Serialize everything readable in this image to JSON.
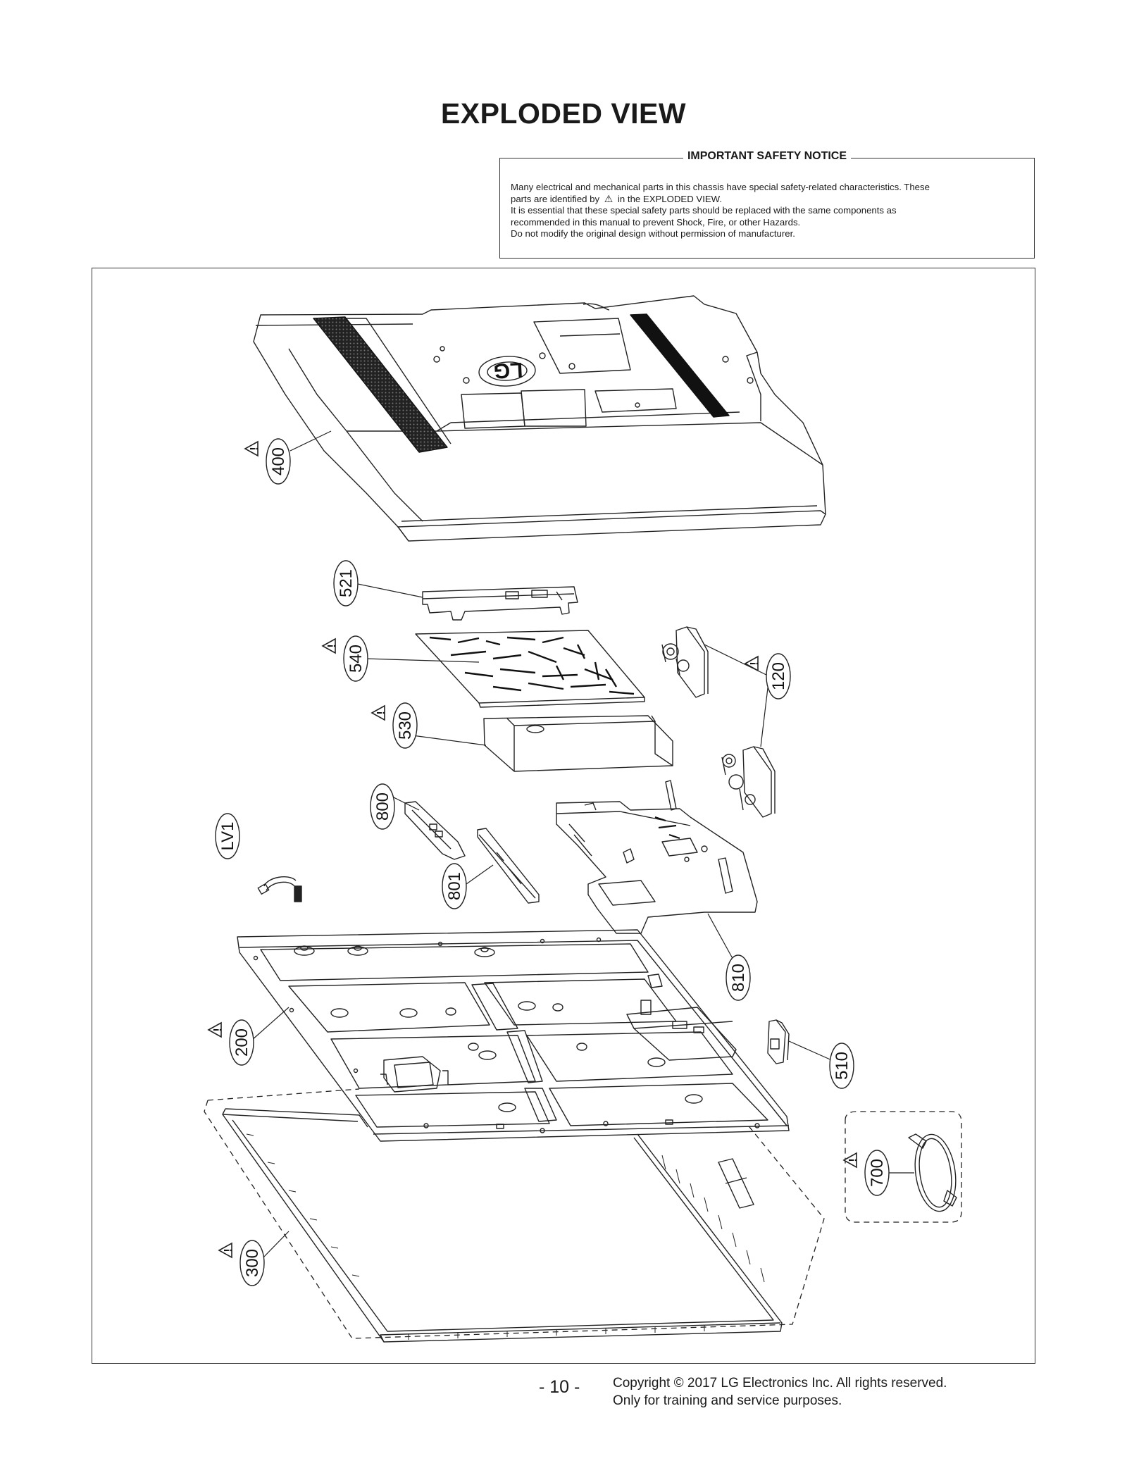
{
  "page": {
    "title": "EXPLODED VIEW",
    "page_number": "- 10 -",
    "copyright_line1": "Copyright © 2017 LG Electronics Inc. All rights reserved.",
    "copyright_line2": "Only for training and service purposes."
  },
  "safety_notice": {
    "heading": "IMPORTANT SAFETY NOTICE",
    "line1": "Many electrical and mechanical parts in this chassis have special safety-related characteristics. These",
    "line2_pre": "parts are identified by",
    "line2_post": "in the EXPLODED VIEW.",
    "line3": "It is essential that these special safety parts should be replaced with the same components as",
    "line4": "recommended in this manual to prevent Shock, Fire, or other Hazards.",
    "line5": "Do not modify the original design without permission of manufacturer."
  },
  "diagram": {
    "logo_text": "LG",
    "warning_mark": "!",
    "callouts": [
      {
        "id": "400",
        "label": "400",
        "safety": true
      },
      {
        "id": "521",
        "label": "521",
        "safety": false
      },
      {
        "id": "540",
        "label": "540",
        "safety": true
      },
      {
        "id": "530",
        "label": "530",
        "safety": true
      },
      {
        "id": "120",
        "label": "120",
        "safety": true
      },
      {
        "id": "800",
        "label": "800",
        "safety": false
      },
      {
        "id": "lv1",
        "label": "LV1",
        "safety": false
      },
      {
        "id": "801",
        "label": "801",
        "safety": false
      },
      {
        "id": "810",
        "label": "810",
        "safety": false
      },
      {
        "id": "200",
        "label": "200",
        "safety": true
      },
      {
        "id": "510",
        "label": "510",
        "safety": false
      },
      {
        "id": "700",
        "label": "700",
        "safety": true
      },
      {
        "id": "300",
        "label": "300",
        "safety": true
      }
    ]
  }
}
